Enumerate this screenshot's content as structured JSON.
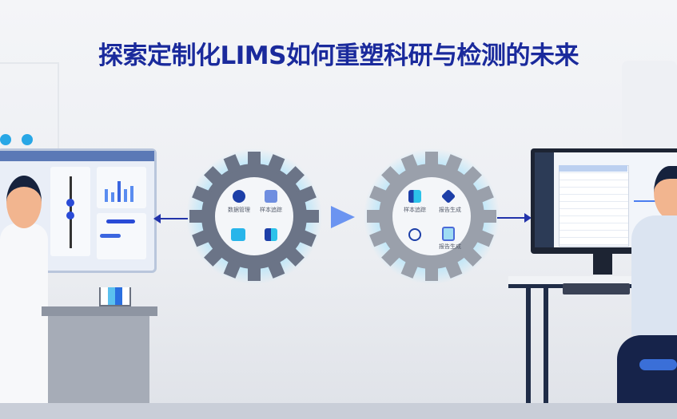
{
  "title": "探索定制化LIMS如何重塑科研与检测的未来",
  "colors": {
    "title": "#1a2a9c",
    "accent": "#2a4bd7",
    "gear": "#6b7487",
    "glow": "#7fd3f5"
  },
  "left_gear": {
    "items": [
      {
        "icon": "user-icon",
        "label": "数据管理"
      },
      {
        "icon": "document-icon",
        "label": "样本追踪"
      },
      {
        "icon": "monitor-icon",
        "label": ""
      },
      {
        "icon": "cube-icon",
        "label": ""
      }
    ]
  },
  "right_gear": {
    "items": [
      {
        "icon": "book-icon",
        "label": "样本追踪"
      },
      {
        "icon": "graduation-icon",
        "label": "报告生成"
      },
      {
        "icon": "people-icon",
        "label": ""
      },
      {
        "icon": "clipboard-icon",
        "label": "报告生成"
      }
    ]
  }
}
